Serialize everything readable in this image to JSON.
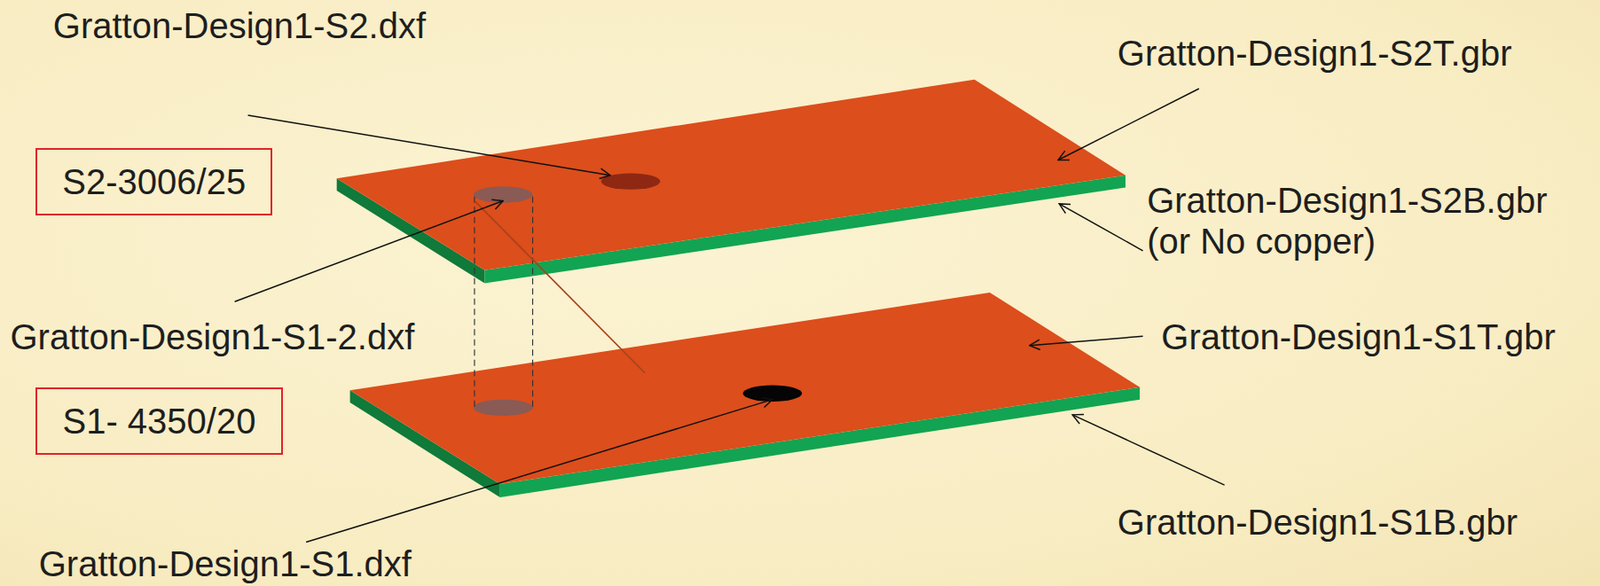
{
  "diagram": {
    "nodes": [
      {
        "text": [
          "S2-3006/25"
        ]
      },
      {
        "text": [
          "S1- 4350/20"
        ]
      }
    ],
    "labels": [
      "Gratton-Design1-S2.dxf",
      "Gratton-Design1-S2T.gbr",
      "Gratton-Design1-S2B.gbr (or No copper)",
      "Gratton-Design1-S1-2.dxf",
      "Gratton-Design1-S1T.gbr",
      "Gratton-Design1-S1B.gbr",
      "Gratton-Design1-S1.dxf"
    ]
  }
}
